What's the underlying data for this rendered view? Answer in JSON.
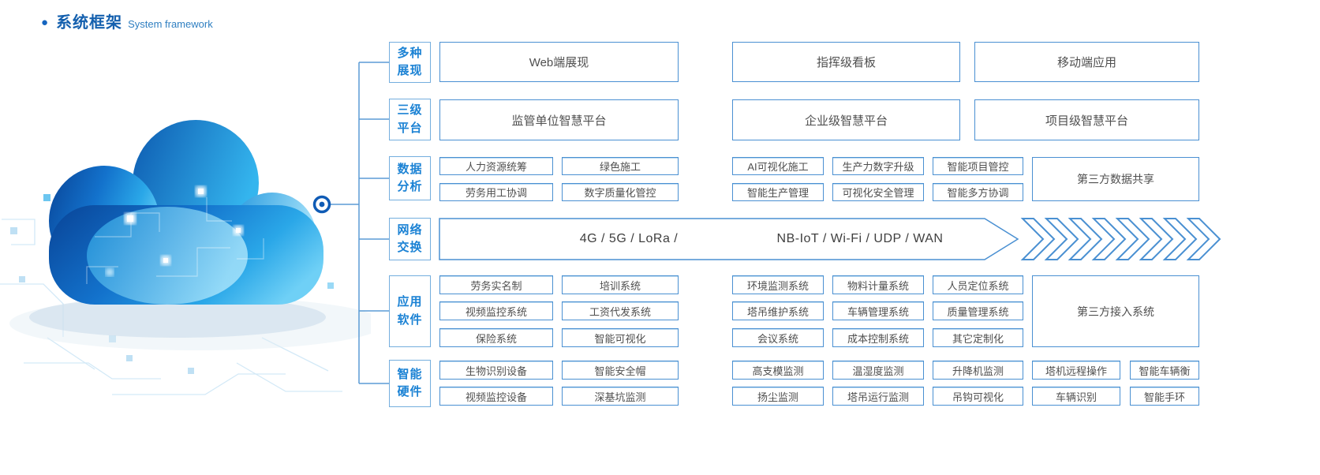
{
  "title": {
    "bullet": "●",
    "zh": "系统框架",
    "en": "System framework"
  },
  "categories": [
    {
      "lines": [
        "多种",
        "展现"
      ]
    },
    {
      "lines": [
        "三级",
        "平台"
      ]
    },
    {
      "lines": [
        "数据",
        "分析"
      ]
    },
    {
      "lines": [
        "网络",
        "交换"
      ]
    },
    {
      "lines": [
        "应用",
        "软件"
      ]
    },
    {
      "lines": [
        "智能",
        "硬件"
      ]
    }
  ],
  "display_row": [
    "Web端展现",
    "指挥级看板",
    "移动端应用"
  ],
  "platform_row": [
    "监管单位智慧平台",
    "企业级智慧平台",
    "项目级智慧平台"
  ],
  "data_analysis": {
    "row1": [
      "人力资源统筹",
      "绿色施工",
      "AI可视化施工",
      "生产力数字升级",
      "智能项目管控"
    ],
    "row2": [
      "劳务用工协调",
      "数字质量化管控",
      "智能生产管理",
      "可视化安全管理",
      "智能多方协调"
    ],
    "side": "第三方数据共享"
  },
  "network": {
    "text_left": "4G / 5G / LoRa /",
    "text_right": "NB-IoT / Wi-Fi / UDP / WAN"
  },
  "app_software": {
    "row1": [
      "劳务实名制",
      "培训系统",
      "环境监测系统",
      "物料计量系统",
      "人员定位系统"
    ],
    "row2": [
      "视频监控系统",
      "工资代发系统",
      "塔吊维护系统",
      "车辆管理系统",
      "质量管理系统"
    ],
    "row3": [
      "保险系统",
      "智能可视化",
      "会议系统",
      "成本控制系统",
      "其它定制化"
    ],
    "side": "第三方接入系统"
  },
  "smart_hardware": {
    "row1": [
      "生物识别设备",
      "智能安全帽",
      "高支模监测",
      "温湿度监测",
      "升降机监测",
      "塔机远程操作",
      "智能车辆衡"
    ],
    "row2": [
      "视频监控设备",
      "深基坑监测",
      "扬尘监测",
      "塔吊运行监测",
      "吊钩可视化",
      "车辆识别",
      "智能手环"
    ]
  },
  "colors": {
    "accent_blue": "#1b82d4",
    "box_border": "#4a90d2",
    "connector": "#5b9bd5",
    "title_blue": "#1460ae",
    "box_text": "#4f4f4f",
    "cloud_dark": "#0a4a9e",
    "cloud_light": "#6fd0f6"
  }
}
